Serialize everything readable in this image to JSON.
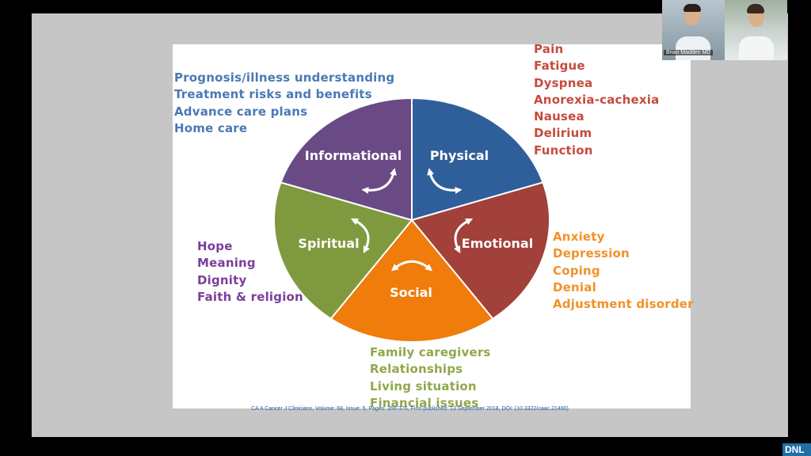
{
  "wheel": {
    "segments": [
      {
        "label": "Informational",
        "color": "#2f5f9a"
      },
      {
        "label": "Physical",
        "color": "#a2403a"
      },
      {
        "label": "Emotional",
        "color": "#f07c0c"
      },
      {
        "label": "Social",
        "color": "#7f9a3e"
      },
      {
        "label": "Spiritual",
        "color": "#6a4a85"
      }
    ]
  },
  "informational_items": [
    "Prognosis/illness understanding",
    "Treatment risks and benefits",
    "Advance care plans",
    "Home care"
  ],
  "physical_items": [
    "Pain",
    "Fatigue",
    "Dyspnea",
    "Anorexia-cachexia",
    "Nausea",
    "Delirium",
    "Function"
  ],
  "emotional_items": [
    "Anxiety",
    "Depression",
    "Coping",
    "Denial",
    "Adjustment disorder"
  ],
  "spiritual_items": [
    "Hope",
    "Meaning",
    "Dignity",
    "Faith & religion"
  ],
  "social_items": [
    "Family caregivers",
    "Relationships",
    "Living situation",
    "Financial issues"
  ],
  "citation": "CA A Cancer J Clinicians, Volume: 68, Issue: 5, Pages: 356-376, First published: 13 September 2018, DOI: (10.3322/caac.21490)",
  "video": {
    "participant_name": "Brian Madden MD"
  },
  "logo": {
    "text": "DNL"
  }
}
